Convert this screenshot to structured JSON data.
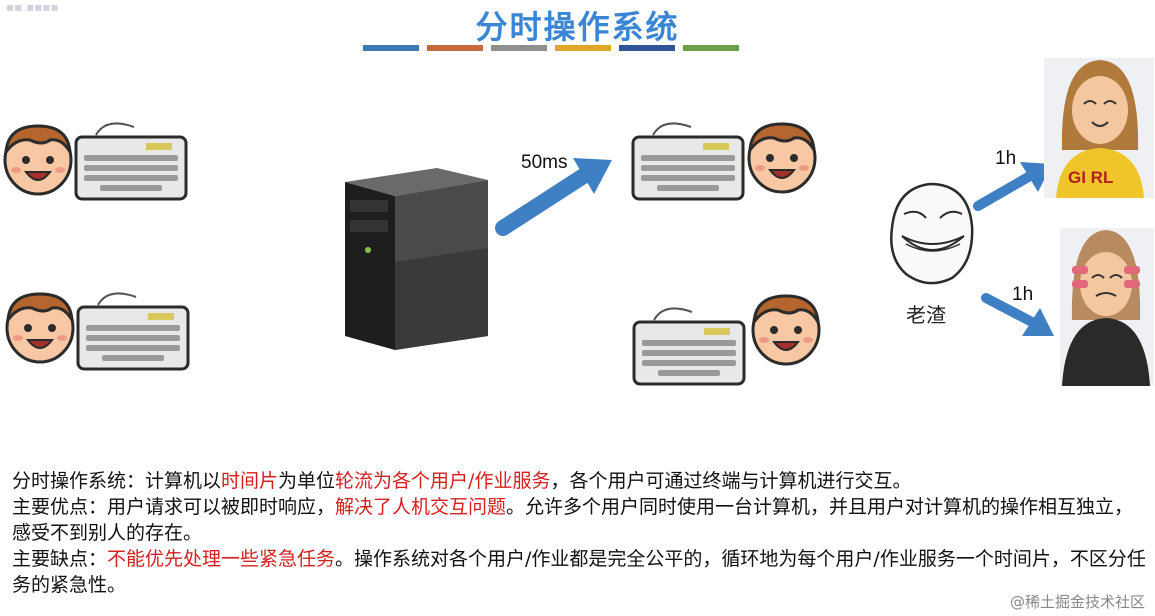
{
  "title": "分时操作系统",
  "title_color": "#3a86d4",
  "color_bars": [
    "#3c78b4",
    "#c9693b",
    "#8f8f8f",
    "#e0a62a",
    "#2f5597",
    "#6ba04a"
  ],
  "labels": {
    "arrow_main": "50ms",
    "arrow_upper": "1h",
    "arrow_lower": "1h",
    "center_person": "老渣",
    "girl_shirt": "GI RL"
  },
  "paragraphs": [
    [
      {
        "text": "分时操作系统：计算机以"
      },
      {
        "text": "时间片",
        "hl": true
      },
      {
        "text": "为单位"
      },
      {
        "text": "轮流为各个用户/作业服务",
        "hl": true
      },
      {
        "text": "，各个用户可通过终端与计算机进行交互。"
      }
    ],
    [
      {
        "text": "主要优点：用户请求可以被即时响应，"
      },
      {
        "text": "解决了人机交互问题",
        "hl": true
      },
      {
        "text": "。允许多个用户同时使用一台计算机，并且用户对计算机的操作相互独立，感受不到别人的存在。"
      }
    ],
    [
      {
        "text": "主要缺点："
      },
      {
        "text": "不能优先处理一些紧急任务",
        "hl": true
      },
      {
        "text": "。操作系统对各个用户/作业都是完全公平的，循环地为每个用户/作业服务一个时间片，不区分任务的紧急性。"
      }
    ]
  ],
  "watermark": "@稀土掘金技术社区",
  "accent_red": "#d42020",
  "arrow_color": "#3f7fc4"
}
